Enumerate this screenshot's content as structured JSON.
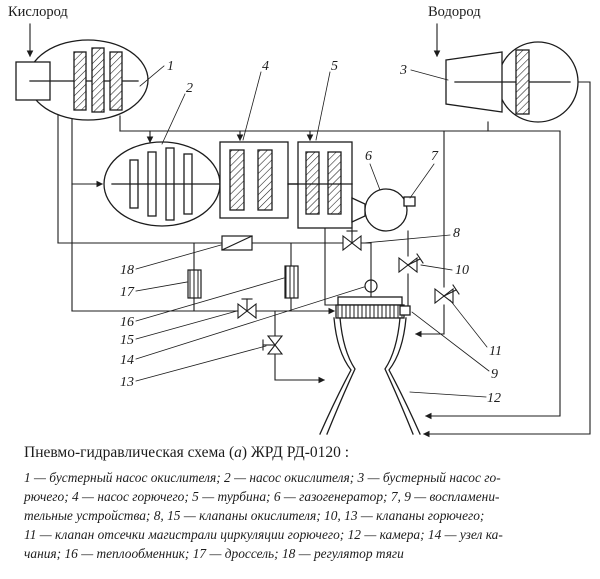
{
  "colors": {
    "ink": "#1c1c1c",
    "background": "#ffffff"
  },
  "diagram": {
    "oxygen_label": "Кислород",
    "hydrogen_label": "Водород",
    "callouts": {
      "n1": "1",
      "n2": "2",
      "n3": "3",
      "n4": "4",
      "n5": "5",
      "n6": "6",
      "n7": "7",
      "n8": "8",
      "n9": "9",
      "n10": "10",
      "n11": "11",
      "n12": "12",
      "n13": "13",
      "n14": "14",
      "n15": "15",
      "n16": "16",
      "n17": "17",
      "n18": "18"
    }
  },
  "caption": {
    "title_prefix": "Пневмо-гидравлическая схема (",
    "title_italic": "а",
    "title_suffix": ") ЖРД  РД-0120 :",
    "legend": [
      "1 — бустерный насос окислителя; 2 — насос окислителя; 3 — бустерный насос го-",
      "рючего; 4 — насос горючего; 5 — турбина; 6 — газогенератор; 7, 9 — воспламени-",
      "тельные устройства; 8, 15 — клапаны окислителя; 10, 13 — клапаны горючего;",
      "11 — клапан отсечки магистрали циркуляции горючего; 12 — камера; 14 — узел ка-",
      "чания; 16 — теплообменник; 17 — дроссель; 18 — регулятор тяги"
    ]
  }
}
